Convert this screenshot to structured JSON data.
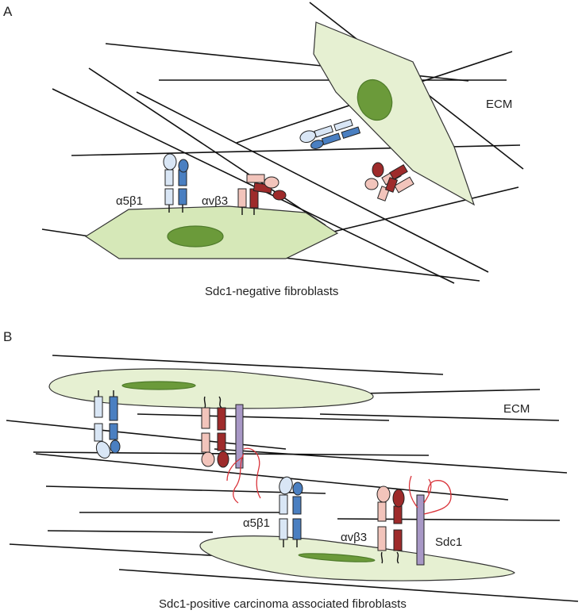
{
  "panel_a": {
    "letter": "A",
    "ecm_label": "ECM",
    "integrin_a5b1_label": "α5β1",
    "integrin_avb3_label": "αvβ3",
    "caption": "Sdc1-negative fibroblasts"
  },
  "panel_b": {
    "letter": "B",
    "ecm_label": "ECM",
    "integrin_a5b1_label": "α5β1",
    "integrin_avb3_label": "αvβ3",
    "sdc1_label": "Sdc1",
    "caption": "Sdc1-positive carcinoma associated fibroblasts"
  },
  "colors": {
    "cell_fill": "#d6e8b8",
    "cell_fill_light": "#e6f0d2",
    "cell_stroke": "#333333",
    "nucleus_fill": "#6b9a3a",
    "nucleus_stroke": "#4e7a2a",
    "alpha5_fill": "#d9e6f5",
    "beta1_fill": "#4a7fc1",
    "alphav_fill": "#f2c4bb",
    "beta3_fill": "#9e2b2b",
    "sdc1_fill": "#a898c6",
    "heparan_sulfate": "#d9333a"
  }
}
